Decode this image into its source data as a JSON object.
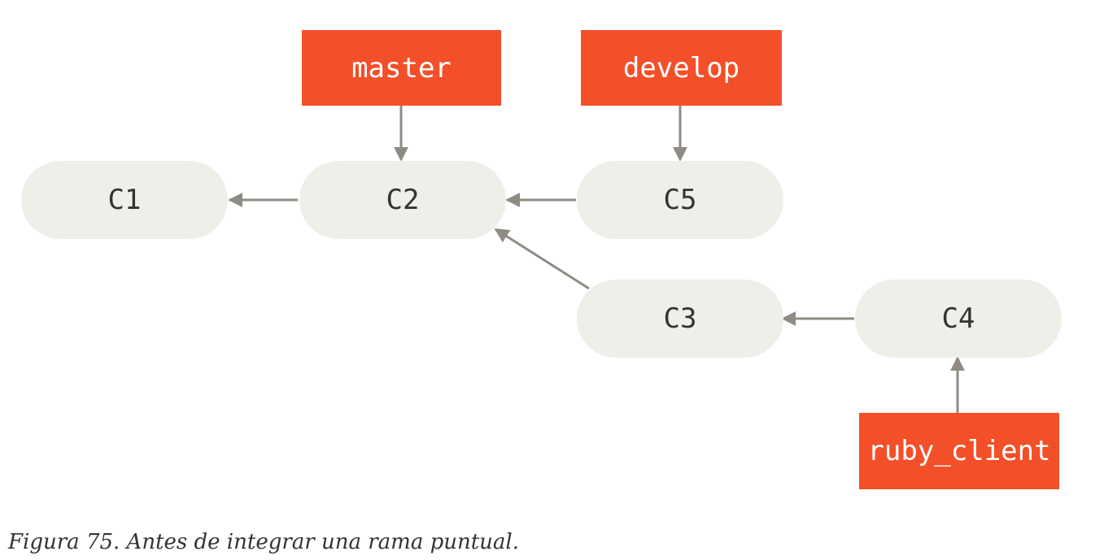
{
  "diagram": {
    "commits": [
      {
        "id": "c1",
        "label": "C1"
      },
      {
        "id": "c2",
        "label": "C2"
      },
      {
        "id": "c5",
        "label": "C5"
      },
      {
        "id": "c3",
        "label": "C3"
      },
      {
        "id": "c4",
        "label": "C4"
      }
    ],
    "branches": [
      {
        "id": "master",
        "label": "master",
        "points_to": "C2"
      },
      {
        "id": "develop",
        "label": "develop",
        "points_to": "C5"
      },
      {
        "id": "ruby_client",
        "label": "ruby_client",
        "points_to": "C4"
      }
    ],
    "edges": [
      {
        "from": "C2",
        "to": "C1"
      },
      {
        "from": "C5",
        "to": "C2"
      },
      {
        "from": "C3",
        "to": "C2"
      },
      {
        "from": "C4",
        "to": "C3"
      }
    ],
    "colors": {
      "branch_fill": "#f34f29",
      "branch_text": "#ffffff",
      "commit_fill": "#efeee8",
      "commit_text": "#333333",
      "arrow": "#8f8b84"
    }
  },
  "caption": "Figura 75. Antes de integrar una rama puntual."
}
